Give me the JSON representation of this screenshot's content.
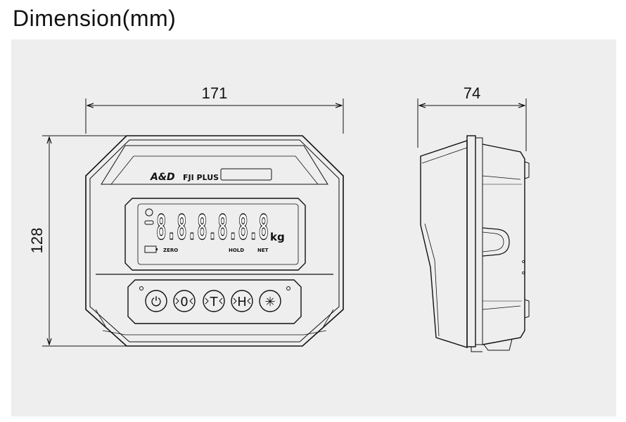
{
  "title": "Dimension(mm)",
  "dimensions": {
    "width": "171",
    "depth": "74",
    "height": "128"
  },
  "device": {
    "brand": "A&D",
    "model": "FJI PLUS",
    "display_digits": "8.8.8.8.8.8",
    "unit": "kg",
    "indicators": [
      "ZERO",
      "HOLD",
      "NET"
    ],
    "buttons": [
      {
        "name": "power-button",
        "symbol": "⏻"
      },
      {
        "name": "zero-button",
        "symbol": "0"
      },
      {
        "name": "tare-button",
        "symbol": "T"
      },
      {
        "name": "hold-button",
        "symbol": "H"
      },
      {
        "name": "print-button",
        "symbol": "✳"
      }
    ]
  },
  "colors": {
    "panel": "#eeeeee",
    "line": "#111111"
  }
}
